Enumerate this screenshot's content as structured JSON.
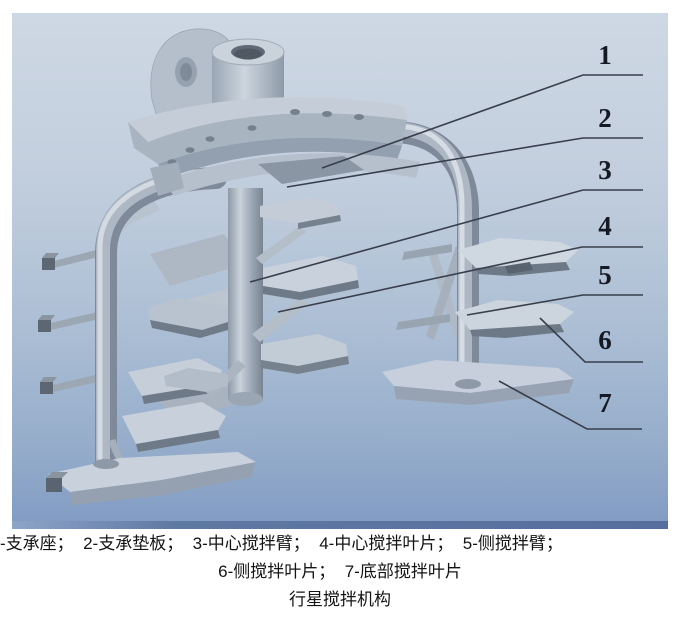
{
  "figure": {
    "title": "行星搅拌机构",
    "caption_line1": "-支承座；  2-支承垫板；  3-中心搅拌臂；  4-中心搅拌叶片；  5-侧搅拌臂；",
    "caption_line2": "6-侧搅拌叶片；  7-底部搅拌叶片",
    "caption_line3": "行星搅拌机构"
  },
  "callouts": [
    {
      "label": "1",
      "target": "支承座"
    },
    {
      "label": "2",
      "target": "支承垫板"
    },
    {
      "label": "3",
      "target": "中心搅拌臂"
    },
    {
      "label": "4",
      "target": "中心搅拌叶片"
    },
    {
      "label": "5",
      "target": "侧搅拌臂"
    },
    {
      "label": "6",
      "target": "侧搅拌叶片"
    },
    {
      "label": "7",
      "target": "底部搅拌叶片"
    }
  ],
  "colors": {
    "panel_top": "#ced8e4",
    "panel_bottom": "#809ac3",
    "panel_edge": "#51699a",
    "part_light": "#cfd7e0",
    "part_mid": "#aab4c1",
    "part_dark": "#6e7987",
    "leader_line": "#383e4b",
    "text": "#141414"
  }
}
